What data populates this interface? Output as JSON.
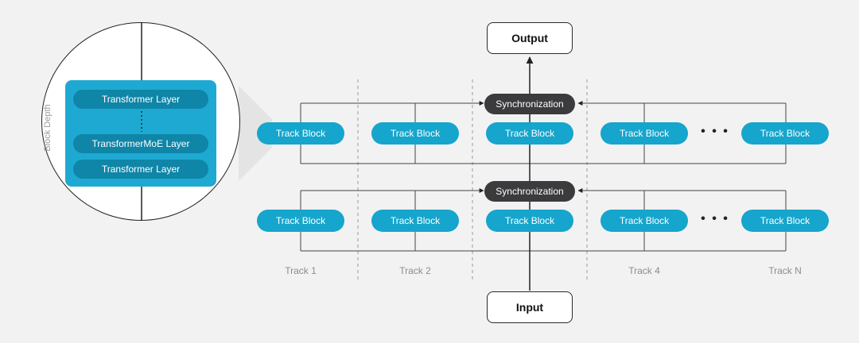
{
  "io": {
    "output": "Output",
    "input": "Input"
  },
  "sync": {
    "top": "Synchronization",
    "bottom": "Synchronization"
  },
  "track_block_label": "Track Block",
  "tracks": [
    "Track 1",
    "Track 2",
    "",
    "Track 4",
    "Track N"
  ],
  "ellipsis": "• • •",
  "zoom": {
    "axis_label": "Block Depth",
    "layers": [
      "Transformer Layer",
      "TransformerMoE Layer",
      "Transformer Layer"
    ]
  },
  "colors": {
    "track_block": "#16a5cc",
    "sync": "#3b3b3d",
    "layer": "#0f85a8",
    "panel": "#1ea9d2",
    "background": "#f2f2f3"
  }
}
